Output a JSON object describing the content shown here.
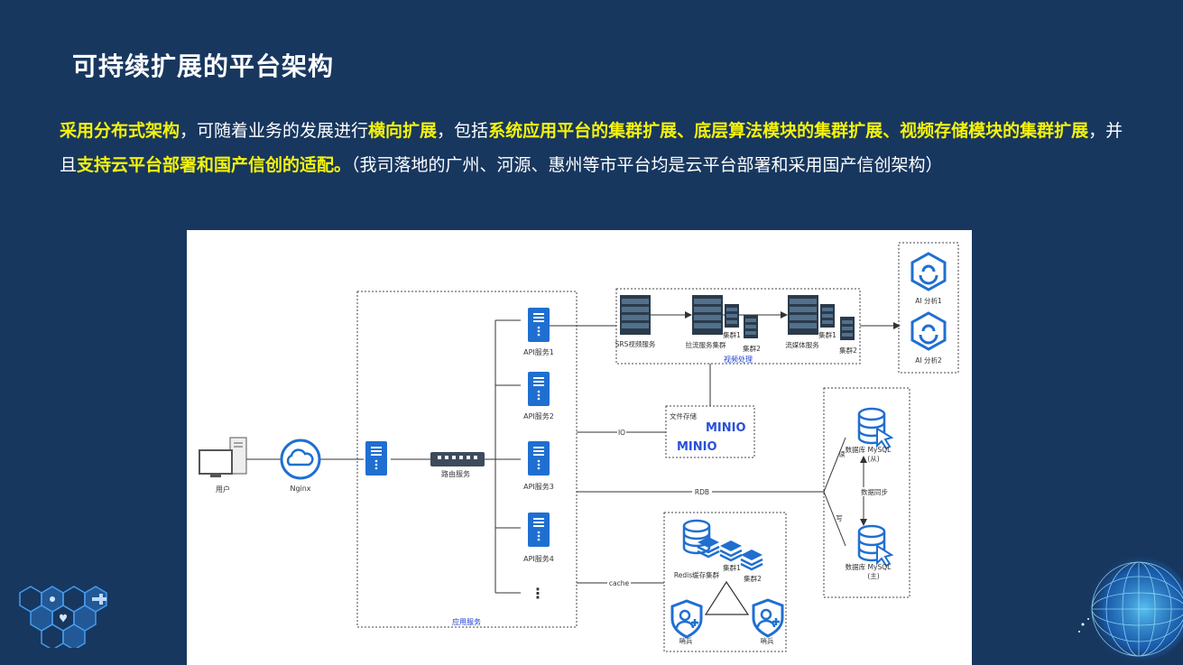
{
  "title": "可持续扩展的平台架构",
  "paragraph": [
    {
      "text": "采用分布式架构",
      "hl": true
    },
    {
      "text": "，可随着业务的发展进行",
      "hl": false
    },
    {
      "text": "横向扩展",
      "hl": true
    },
    {
      "text": "，包括",
      "hl": false
    },
    {
      "text": "系统应用平台的集群扩展、底层算法模块的集群扩展、视频存储模块的集群扩展",
      "hl": true
    },
    {
      "text": "，并且",
      "hl": false
    },
    {
      "text": "支持云平台部署和国产信创的适配。",
      "hl": true
    },
    {
      "text": "（我司落地的广州、河源、惠州等市平台均是云平台部署和采用国产信创架构）",
      "hl": false
    }
  ],
  "diagram": {
    "user": "用户",
    "nginx": "Nginx",
    "router": "路由服务",
    "app_group": "应用服务",
    "api": [
      "API服务1",
      "API服务2",
      "API服务3",
      "API服务4"
    ],
    "ellipsis": "⋮",
    "video": {
      "srs": "SRS视频服务",
      "pull": "拉流服务集群",
      "cluster1": "集群1",
      "cluster2": "集群2",
      "media": "流媒体服务",
      "group": "视频处理"
    },
    "ai": [
      "AI 分析1",
      "AI 分析2"
    ],
    "storage": {
      "label": "文件存储",
      "minio1": "MINIO",
      "minio2": "MINIO"
    },
    "io": "IO",
    "rdb": "RDB",
    "cache": "cache",
    "db": {
      "slave": "数据库 MySQL",
      "slave_role": "(从)",
      "master": "数据库 MySQL",
      "master_role": "(主)",
      "sync": "数据同步",
      "read": "读",
      "write": "写"
    },
    "redis": {
      "label": "Redis缓存集群",
      "cluster1": "集群1",
      "cluster2": "集群2",
      "sentinel": "哨兵"
    }
  },
  "colors": {
    "background": "#17375f",
    "highlight": "#f5f20a",
    "icon_blue": "#1f6fd1",
    "server_dark": "#2b3a4a"
  }
}
